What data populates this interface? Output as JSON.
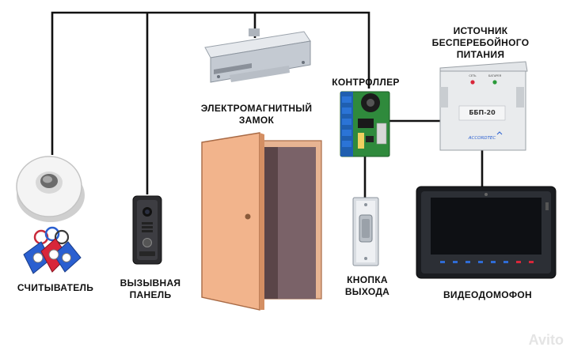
{
  "labels": {
    "reader": "СЧИТЫВАТЕЛЬ",
    "call_panel": "ВЫЗЫВНАЯ\nПАНЕЛЬ",
    "em_lock": "ЭЛЕКТРОМАГНИТНЫЙ\nЗАМОК",
    "controller": "КОНТРОЛЛЕР",
    "ups": "ИСТОЧНИК\nБЕСПЕРЕБОЙНОГО\nПИТАНИЯ",
    "exit_button": "КНОПКА\nВЫХОДА",
    "video_intercom": "ВИДЕОДОМОФОН"
  },
  "ups_device": {
    "model": "ББП-20",
    "brand": "ACCORDTEC",
    "led_left": "СЕТЬ",
    "led_right": "БАТАРЕЯ"
  },
  "watermark": "Avito",
  "colors": {
    "wire": "#111111",
    "door": "#f2b48c",
    "door_edge": "#a86a45",
    "doorway": "#5a4548",
    "board": "#2f8a3c",
    "key_red": "#d8263a",
    "key_blue": "#2a5fd0",
    "screen": "#101216"
  },
  "icons": [
    "reader-icon",
    "keyfob-icon",
    "call-panel-icon",
    "door-icon",
    "magnetic-lock-icon",
    "controller-board-icon",
    "exit-button-icon",
    "ups-box-icon",
    "video-monitor-icon"
  ]
}
